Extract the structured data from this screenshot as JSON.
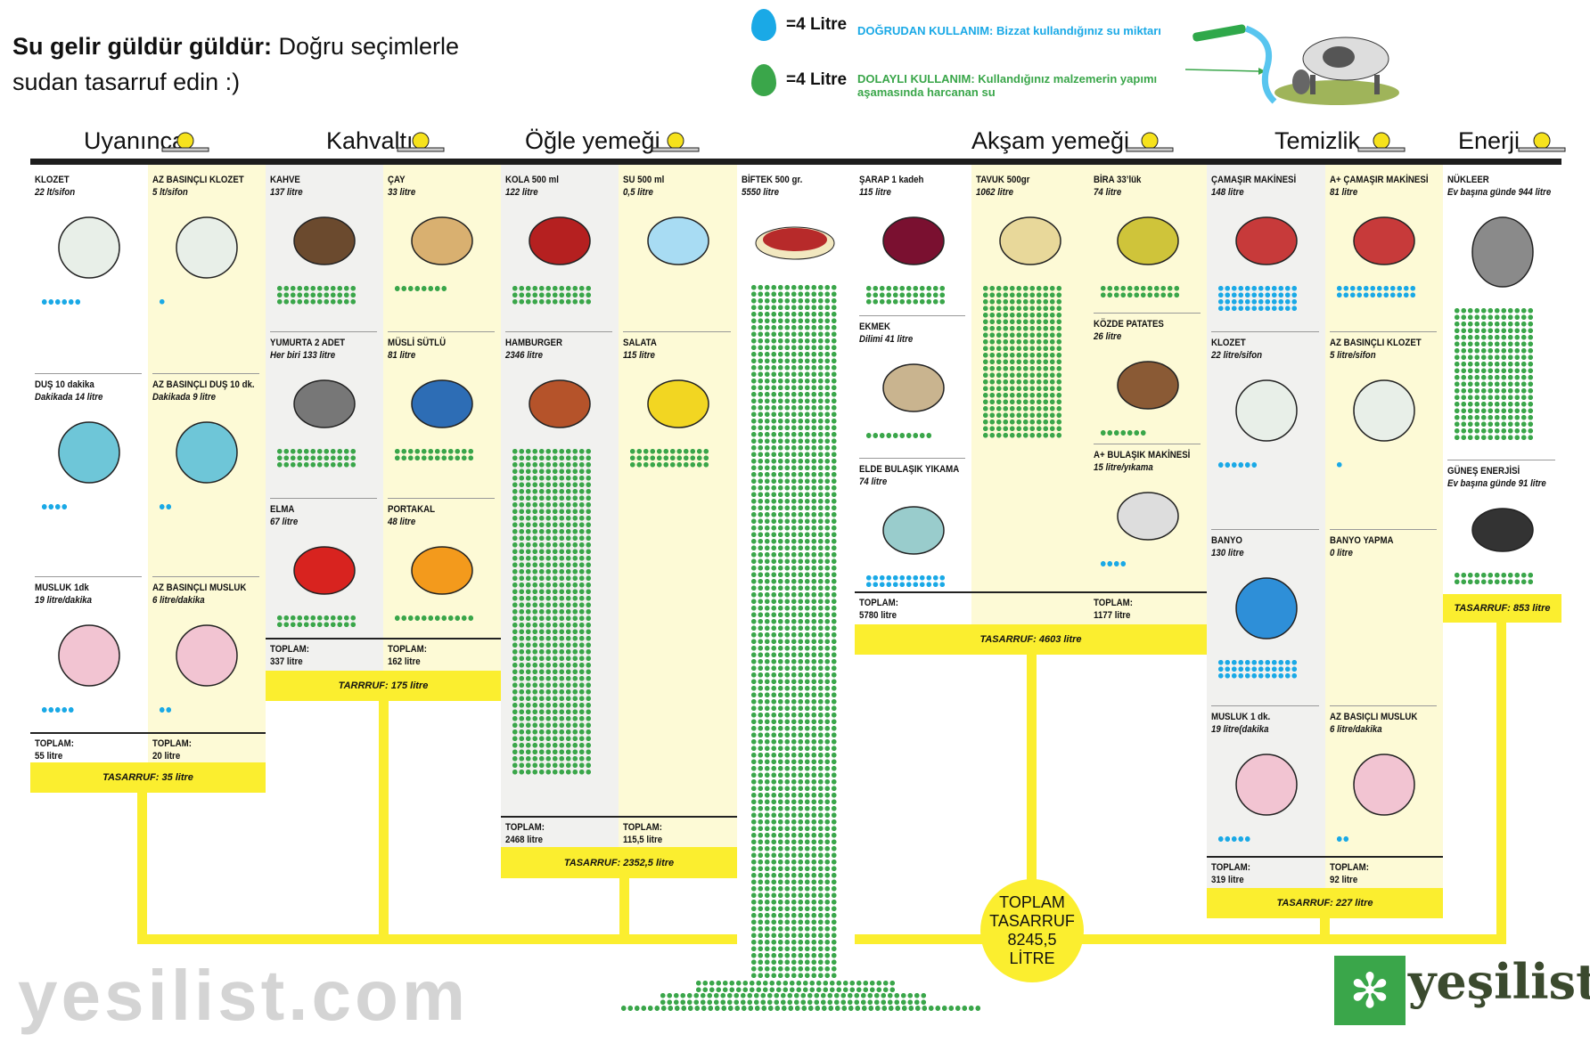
{
  "title": {
    "bold": "Su gelir güldür güldür:",
    "rest": " Doğru seçimlerle sudan tasarruf edin :)"
  },
  "legend": {
    "direct": {
      "eq": "=4 Litre",
      "desc": "DOĞRUDAN KULLANIM: Bizzat kullandığınız su miktarı",
      "color": "#1aa9e6"
    },
    "indirect": {
      "eq": "=4 Litre",
      "desc": "DOLAYLI KULLANIM: Kullandığınız malzemerin yapımı aşamasında harcanan su",
      "color": "#3aa64a"
    }
  },
  "watermark": "yesilist.com",
  "sections": [
    {
      "heading": "Uyanınca",
      "icon": "sunrise-icon",
      "items": [
        {
          "label": "KLOZET",
          "value": "22 lt/sifon",
          "icon": "toilet-icon",
          "drop": "blue"
        },
        {
          "label": "DUŞ 10 dakika",
          "value": "Dakikada 14 litre",
          "icon": "shower-icon",
          "drop": "blue"
        },
        {
          "label": "MUSLUK 1dk",
          "value": "19 litre/dakika",
          "icon": "sink-icon",
          "drop": "blue"
        },
        {
          "label": "AZ BASINÇLI KLOZET",
          "value": "5 lt/sifon",
          "icon": "toilet-icon",
          "drop": "blue"
        },
        {
          "label": "AZ BASINÇLI DUŞ 10 dk.",
          "value": "Dakikada 9 litre",
          "icon": "shower-icon",
          "drop": "blue"
        },
        {
          "label": "AZ BASINÇLI MUSLUK",
          "value": "6 litre/dakika",
          "icon": "sink-icon",
          "drop": "blue"
        }
      ],
      "totals": [
        {
          "label": "TOPLAM:",
          "value": "55 litre"
        },
        {
          "label": "TOPLAM:",
          "value": "20 litre"
        }
      ],
      "saving": "TASARRUF: 35 litre"
    },
    {
      "heading": "Kahvaltı",
      "icon": "sun-icon",
      "items": [
        {
          "label": "KAHVE",
          "value": "137 litre",
          "icon": "coffee-cup-icon",
          "drop": "green"
        },
        {
          "label": "YUMURTA 2 ADET",
          "value": "Her biri 133 litre",
          "icon": "frying-pan-icon",
          "drop": "green"
        },
        {
          "label": "ELMA",
          "value": "67 litre",
          "icon": "apple-icon",
          "drop": "green"
        },
        {
          "label": "ÇAY",
          "value": "33 litre",
          "icon": "tea-cup-icon",
          "drop": "green"
        },
        {
          "label": "MÜSLİ SÜTLÜ",
          "value": "81 litre",
          "icon": "cereal-bowl-icon",
          "drop": "green"
        },
        {
          "label": "PORTAKAL",
          "value": "48 litre",
          "icon": "orange-icon",
          "drop": "green"
        }
      ],
      "totals": [
        {
          "label": "TOPLAM:",
          "value": "337 litre"
        },
        {
          "label": "TOPLAM:",
          "value": "162 litre"
        }
      ],
      "saving": "TARRRUF: 175 litre"
    },
    {
      "heading": "Öğle yemeği",
      "icon": "sun-high-icon",
      "items": [
        {
          "label": "KOLA 500 ml",
          "value": "122 litre",
          "icon": "cola-bottle-icon",
          "drop": "green"
        },
        {
          "label": "HAMBURGER",
          "value": "2346 litre",
          "icon": "hamburger-icon",
          "drop": "green"
        },
        {
          "label": "SU 500 ml",
          "value": "0,5 litre",
          "icon": "water-glass-icon",
          "drop": "green"
        },
        {
          "label": "SALATA",
          "value": "115 litre",
          "icon": "salad-icon",
          "drop": "green"
        }
      ],
      "totals": [
        {
          "label": "TOPLAM:",
          "value": "2468 litre"
        },
        {
          "label": "TOPLAM:",
          "value": "115,5 litre"
        }
      ],
      "saving": "TASARRUF: 2352,5 litre"
    },
    {
      "heading": "",
      "icon": "",
      "items": [
        {
          "label": "BİFTEK 500 gr.",
          "value": "5550 litre",
          "icon": "steak-icon",
          "drop": "green"
        }
      ],
      "totals": [],
      "saving": ""
    },
    {
      "heading": "Akşam yemeği",
      "icon": "cooking-pot-icon",
      "items": [
        {
          "label": "ŞARAP 1 kadeh",
          "value": "115 litre",
          "icon": "wine-glass-icon",
          "drop": "green"
        },
        {
          "label": "EKMEK",
          "value": "Dilimi 41 litre",
          "icon": "bread-icon",
          "drop": "green"
        },
        {
          "label": "ELDE BULAŞIK YIKAMA",
          "value": "74 litre",
          "icon": "kitchen-sink-icon",
          "drop": "blue"
        },
        {
          "label": "TAVUK 500gr",
          "value": "1062 litre",
          "icon": "chicken-icon",
          "drop": "green"
        },
        {
          "label": "BİRA 33’lük",
          "value": "74 litre",
          "icon": "beer-glass-icon",
          "drop": "green"
        },
        {
          "label": "KÖZDE PATATES",
          "value": "26 litre",
          "icon": "potato-icon",
          "drop": "green"
        },
        {
          "label": "A+ BULAŞIK MAKİNESİ",
          "value": "15 litre/yıkama",
          "icon": "dishwasher-icon",
          "drop": "blue"
        }
      ],
      "totals": [
        {
          "label": "TOPLAM:",
          "value": "5780 litre"
        },
        {
          "label": "TOPLAM:",
          "value": "1177 litre"
        }
      ],
      "saving": "TASARRUF: 4603 litre"
    },
    {
      "heading": "Temizlik",
      "icon": "bubbles-icon",
      "items": [
        {
          "label": "ÇAMAŞIR MAKİNESİ",
          "value": "148 litre",
          "icon": "washing-machine-icon",
          "drop": "blue"
        },
        {
          "label": "KLOZET",
          "value": "22 litre/sifon",
          "icon": "toilet-icon",
          "drop": "blue"
        },
        {
          "label": "BANYO",
          "value": "130 litre",
          "icon": "bathtub-icon",
          "drop": "blue"
        },
        {
          "label": "MUSLUK 1 dk.",
          "value": "19 litre(dakika",
          "icon": "sink-icon",
          "drop": "blue"
        },
        {
          "label": "A+ ÇAMAŞIR MAKİNESİ",
          "value": "81 litre",
          "icon": "washing-machine-icon",
          "drop": "blue"
        },
        {
          "label": "AZ BASINÇLI KLOZET",
          "value": "5 litre/sifon",
          "icon": "toilet-icon",
          "drop": "blue"
        },
        {
          "label": "BANYO YAPMA",
          "value": "0 litre",
          "icon": "",
          "drop": "blue"
        },
        {
          "label": "AZ BASIÇLI MUSLUK",
          "value": "6 litre/dakika",
          "icon": "sink-icon",
          "drop": "blue"
        }
      ],
      "totals": [
        {
          "label": "TOPLAM:",
          "value": "319 litre"
        },
        {
          "label": "TOPLAM:",
          "value": "92 litre"
        }
      ],
      "saving": "TASARRUF: 227 litre"
    },
    {
      "heading": "Enerji",
      "icon": "light-bulb-icon",
      "items": [
        {
          "label": "NÜKLEER",
          "value": "Ev başına günde 944 litre",
          "icon": "nuclear-plant-icon",
          "drop": "green"
        },
        {
          "label": "GÜNEŞ ENERJİSİ",
          "value": "Ev başına günde 91 litre",
          "icon": "solar-panel-icon",
          "drop": "green"
        }
      ],
      "totals": [],
      "saving": "TASARRUF: 853 litre"
    }
  ],
  "grand_total": {
    "line1": "TOPLAM",
    "line2": "TASARRUF",
    "line3": "8245,5",
    "line4": "LİTRE"
  },
  "logo": {
    "mark": "✻",
    "text": "yeşilist"
  }
}
